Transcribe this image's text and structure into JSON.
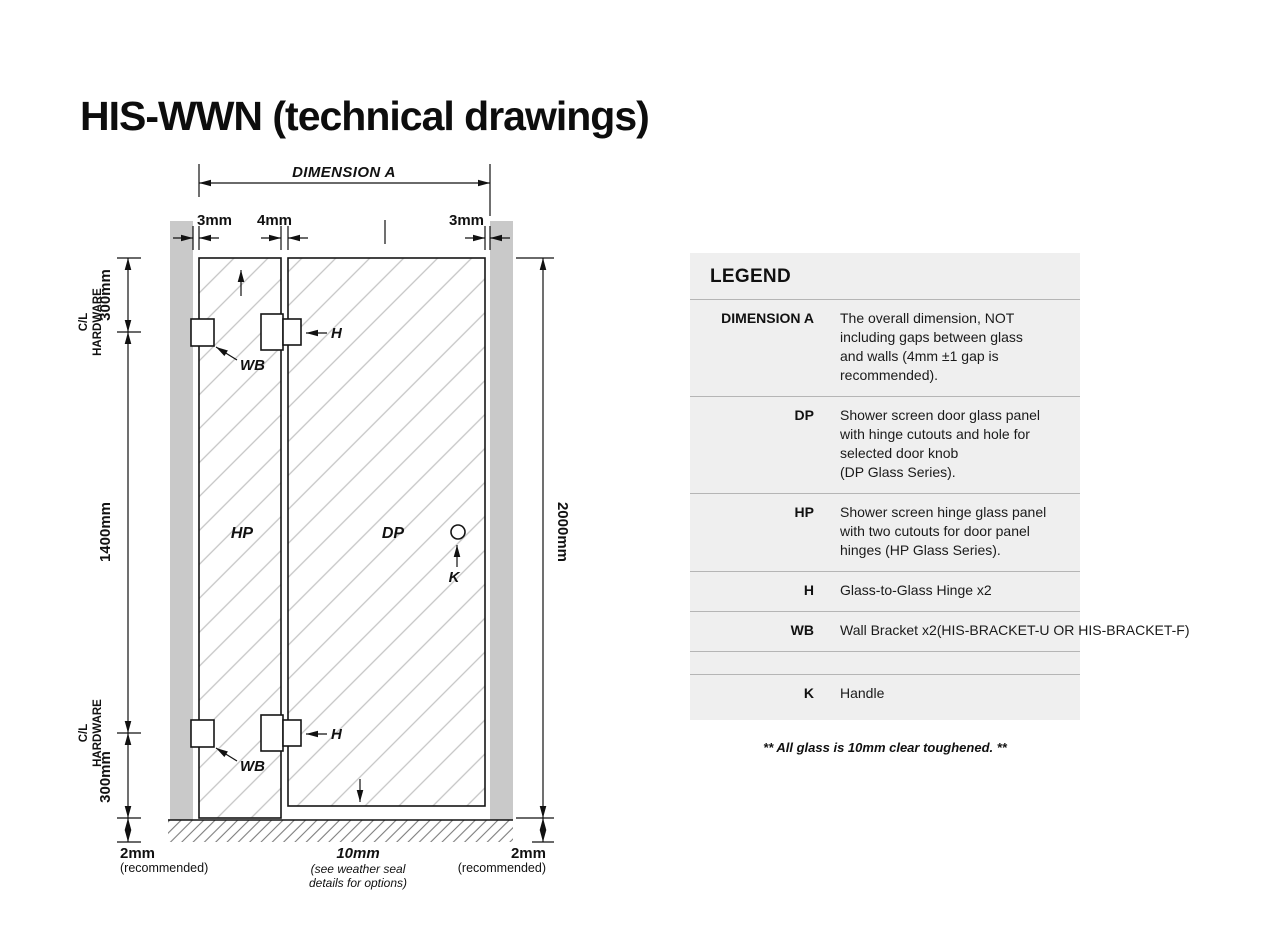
{
  "page": {
    "title": "HIS-WWN (technical drawings)"
  },
  "colors": {
    "wall_gray": "#c9c9c9",
    "legend_background": "#efefef"
  },
  "drawing": {
    "dimension_a_label": "DIMENSION A",
    "gap_left": "3mm",
    "gap_middle": "4mm",
    "gap_right": "3mm",
    "dim_top": "300mm",
    "dim_middle": "1400mm",
    "dim_bottom": "300mm",
    "dim_height": "2000mm",
    "cl_hardware": {
      "line1": "C/L",
      "line2": "HARDWARE"
    },
    "hp_label": "HP",
    "dp_label": "DP",
    "hinge_label": "H",
    "bracket_label": "WB",
    "handle_label": "K",
    "floor_left": {
      "value": "2mm",
      "note": "(recommended)"
    },
    "floor_center": {
      "value": "10mm",
      "note_line1": "(see weather seal",
      "note_line2": "details for options)"
    },
    "floor_right": {
      "value": "2mm",
      "note": "(recommended)"
    }
  },
  "legend": {
    "title": "LEGEND",
    "rows": [
      {
        "term": "DIMENSION A",
        "description": "The overall dimension, NOT\nincluding gaps between glass\nand walls (4mm ±1 gap is\nrecommended)."
      },
      {
        "term": "DP",
        "description": "Shower screen door glass panel\nwith hinge cutouts and hole for\nselected door knob\n(DP Glass Series)."
      },
      {
        "term": "HP",
        "description": "Shower screen hinge glass panel\nwith two cutouts for door panel\nhinges (HP Glass Series)."
      },
      {
        "term": "H",
        "description": "Glass-to-Glass Hinge x2"
      },
      {
        "term": "WB",
        "description": "Wall Bracket x2(HIS-BRACKET-U OR HIS-BRACKET-F)"
      },
      {
        "term": "K",
        "description": "Handle"
      }
    ],
    "footnote": "** All glass is 10mm clear toughened. **"
  }
}
